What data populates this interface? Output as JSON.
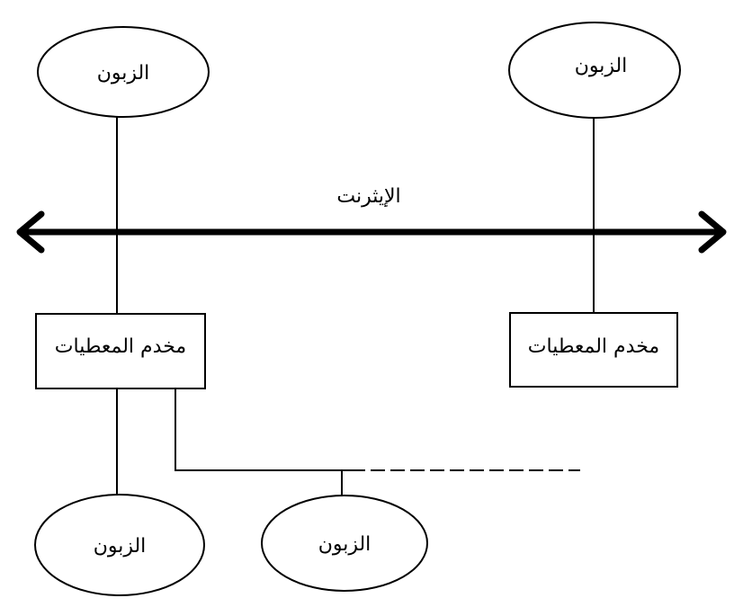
{
  "network": {
    "label": "الإيثرنت"
  },
  "nodes": {
    "client_top_left": "الزبون",
    "client_top_right": "الزبون",
    "server_left": "مخدم المعطيات",
    "server_right": "مخدم المعطيات",
    "client_bottom_left": "الزبون",
    "client_bottom_middle": "الزبون"
  }
}
